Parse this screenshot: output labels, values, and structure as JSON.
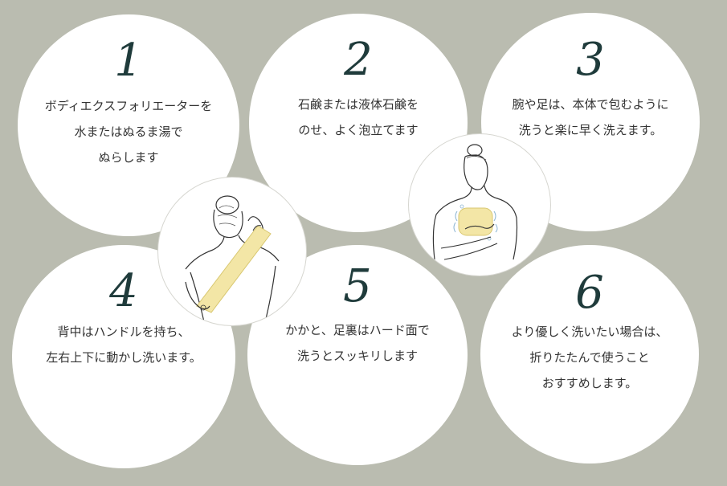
{
  "steps": [
    {
      "number": "1",
      "lines": [
        "ボディエクスフォリエーターを",
        "水またはぬるま湯で",
        "ぬらします"
      ]
    },
    {
      "number": "2",
      "lines": [
        "石鹸または液体石鹸を",
        "のせ、よく泡立てます"
      ]
    },
    {
      "number": "3",
      "lines": [
        "腕や足は、本体で包むように",
        "洗うと楽に早く洗えます。"
      ]
    },
    {
      "number": "4",
      "lines": [
        "背中はハンドルを持ち、",
        "左右上下に動かし洗います。"
      ]
    },
    {
      "number": "5",
      "lines": [
        "かかと、足裏はハード面で",
        "洗うとスッキリします"
      ]
    },
    {
      "number": "6",
      "lines": [
        "より優しく洗いたい場合は、",
        "折りたたんで使うこと",
        "おすすめします。"
      ]
    }
  ],
  "colors": {
    "background": "#babcb0",
    "circle": "#ffffff",
    "number": "#1f3b3b",
    "text": "#333333",
    "towel": "#f3e6a6"
  }
}
